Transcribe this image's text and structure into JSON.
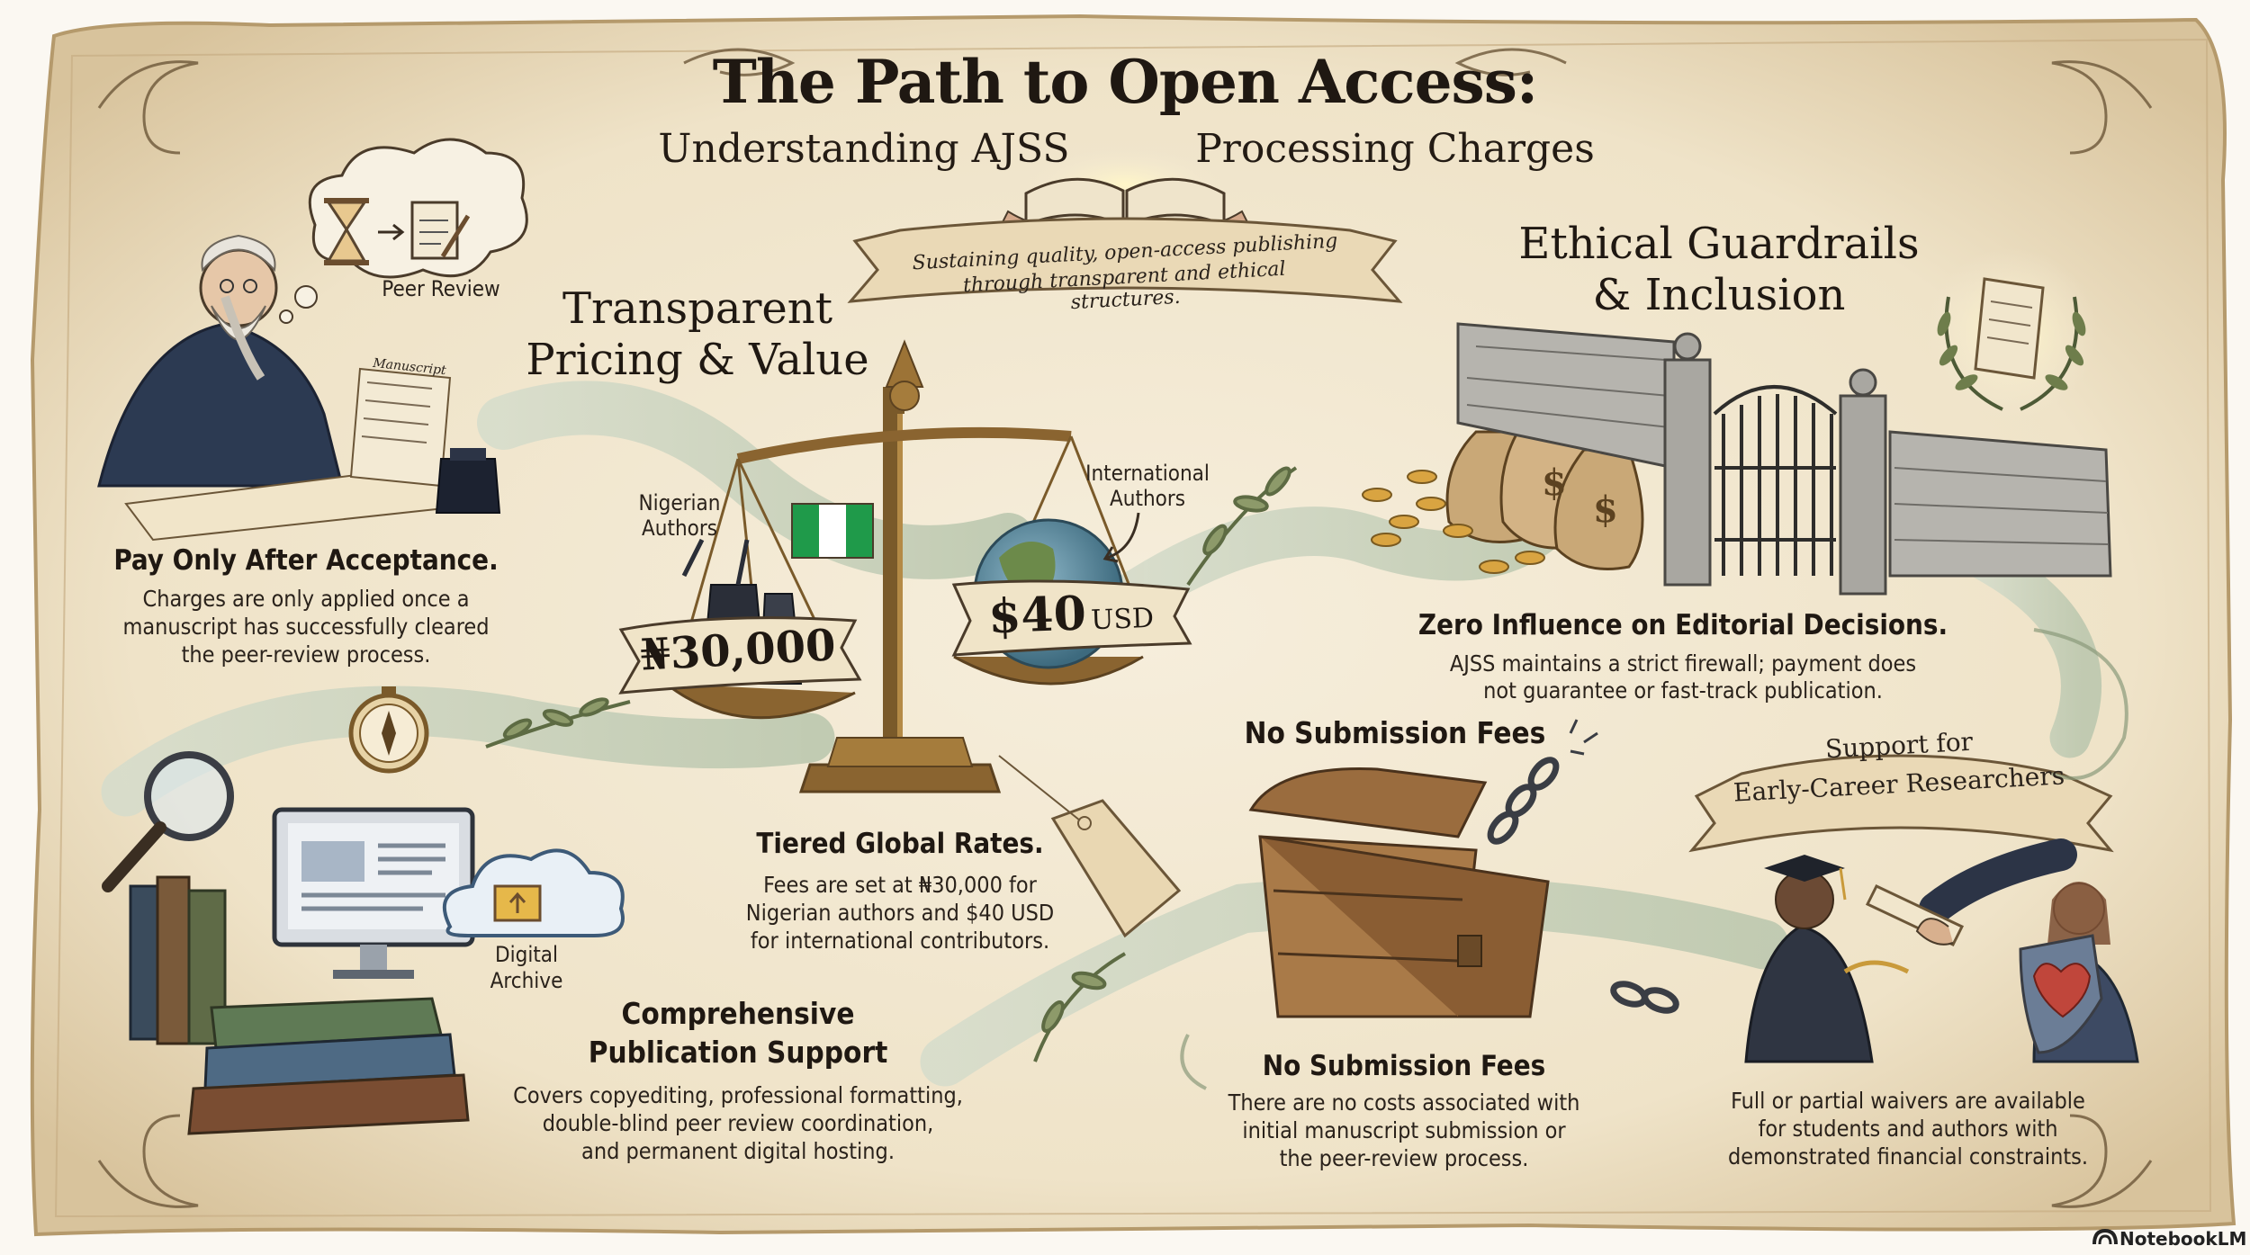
{
  "title": "The Path to Open Access:",
  "subtitle_left": "Understanding AJSS",
  "subtitle_right": "Processing Charges",
  "banner_line1": "Sustaining quality, open-access publishing",
  "banner_line2": "through transparent and ethical structures.",
  "peer_review_bubble": "Peer Review",
  "manuscript_label": "Manuscript",
  "transparent": {
    "line1": "Transparent",
    "line2": "Pricing & Value"
  },
  "ethical": {
    "line1": "Ethical Guardrails",
    "line2": "& Inclusion"
  },
  "nigerian_label": {
    "line1": "Nigerian",
    "line2": "Authors"
  },
  "international_label": {
    "line1": "International",
    "line2": "Authors"
  },
  "price_ngn": "₦30,000",
  "price_usd": "$40",
  "price_usd_unit": "USD",
  "pay_after": {
    "heading": "Pay Only After Acceptance.",
    "line1": "Charges are only applied once a",
    "line2": "manuscript has successfully cleared",
    "line3": "the peer-review process."
  },
  "zero_influence": {
    "heading": "Zero Influence on Editorial Decisions.",
    "line1": "AJSS maintains a strict firewall; payment does",
    "line2": "not guarantee or fast-track publication."
  },
  "tiered": {
    "heading": "Tiered Global Rates.",
    "line1": "Fees are set at ₦30,000 for",
    "line2": "Nigerian authors and $40 USD",
    "line3": "for international contributors."
  },
  "comprehensive": {
    "heading_line1": "Comprehensive",
    "heading_line2": "Publication Support",
    "line1": "Covers copyediting, professional formatting,",
    "line2": "double-blind peer review coordination,",
    "line3": "and permanent digital hosting."
  },
  "digital_archive": {
    "line1": "Digital",
    "line2": "Archive"
  },
  "no_fees_top": "No Submission Fees",
  "no_fees_bottom": {
    "heading": "No Submission Fees",
    "line1": "There are no costs associated with",
    "line2": "initial manuscript submission or",
    "line3": "the peer-review process."
  },
  "support": {
    "line1": "Support for",
    "line2": "Early-Career Researchers"
  },
  "waivers": {
    "line1": "Full or partial waivers are available",
    "line2": "for students and authors with",
    "line3": "demonstrated financial constraints."
  },
  "brand": "NotebookLM",
  "colors": {
    "parchment": "#f3e9d4",
    "parchment_edge": "#d9c7a3",
    "ink": "#2a221b",
    "banner": "#ead9b6",
    "flag_green": "#1f9a4a",
    "ribbon": "#c9d3bd"
  }
}
